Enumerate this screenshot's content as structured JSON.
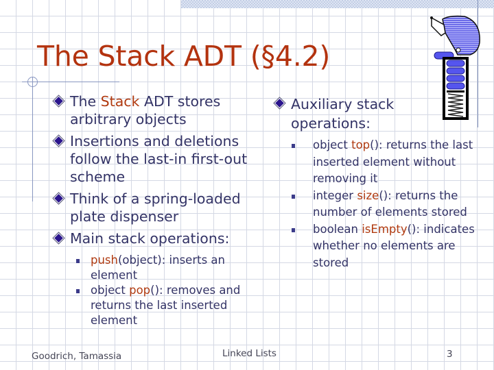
{
  "slide": {
    "title": "The Stack ADT (§4.2)",
    "colors": {
      "title": "#b3330f",
      "body_text": "#333366",
      "highlight": "#b03a10",
      "bullet": "#2a148c",
      "grid": "#d4d8e4",
      "accent_line": "#8896c0"
    },
    "left_column": {
      "bullets": [
        {
          "pre": "The ",
          "hl": "Stack",
          "post": " ADT stores arbitrary objects"
        },
        {
          "pre": "Insertions and deletions follow the last-in first-out scheme",
          "hl": "",
          "post": ""
        },
        {
          "pre": "Think of a spring-loaded plate dispenser",
          "hl": "",
          "post": ""
        },
        {
          "pre": "Main stack operations:",
          "hl": "",
          "post": ""
        }
      ],
      "sub_bullets": [
        {
          "pre": "",
          "hl": "push",
          "post": "(object): inserts an element"
        },
        {
          "pre": "object ",
          "hl": "pop",
          "post": "(): removes and returns the last inserted element"
        }
      ]
    },
    "right_column": {
      "bullet": {
        "pre": "Auxiliary stack operations:",
        "hl": "",
        "post": ""
      },
      "sub_bullets": [
        {
          "pre": "object ",
          "hl": "top",
          "post": "(): returns the last inserted element without removing it"
        },
        {
          "pre": "integer ",
          "hl": "size",
          "post": "(): returns the number of elements stored"
        },
        {
          "pre": "boolean ",
          "hl": "isEmpty",
          "post": "(): indicates whether no elements are stored"
        }
      ]
    },
    "image": {
      "icon": "pez-dispenser-illustration"
    },
    "footer": {
      "authors": "Goodrich, Tamassia",
      "topic": "Linked Lists",
      "page_number": "3"
    }
  }
}
